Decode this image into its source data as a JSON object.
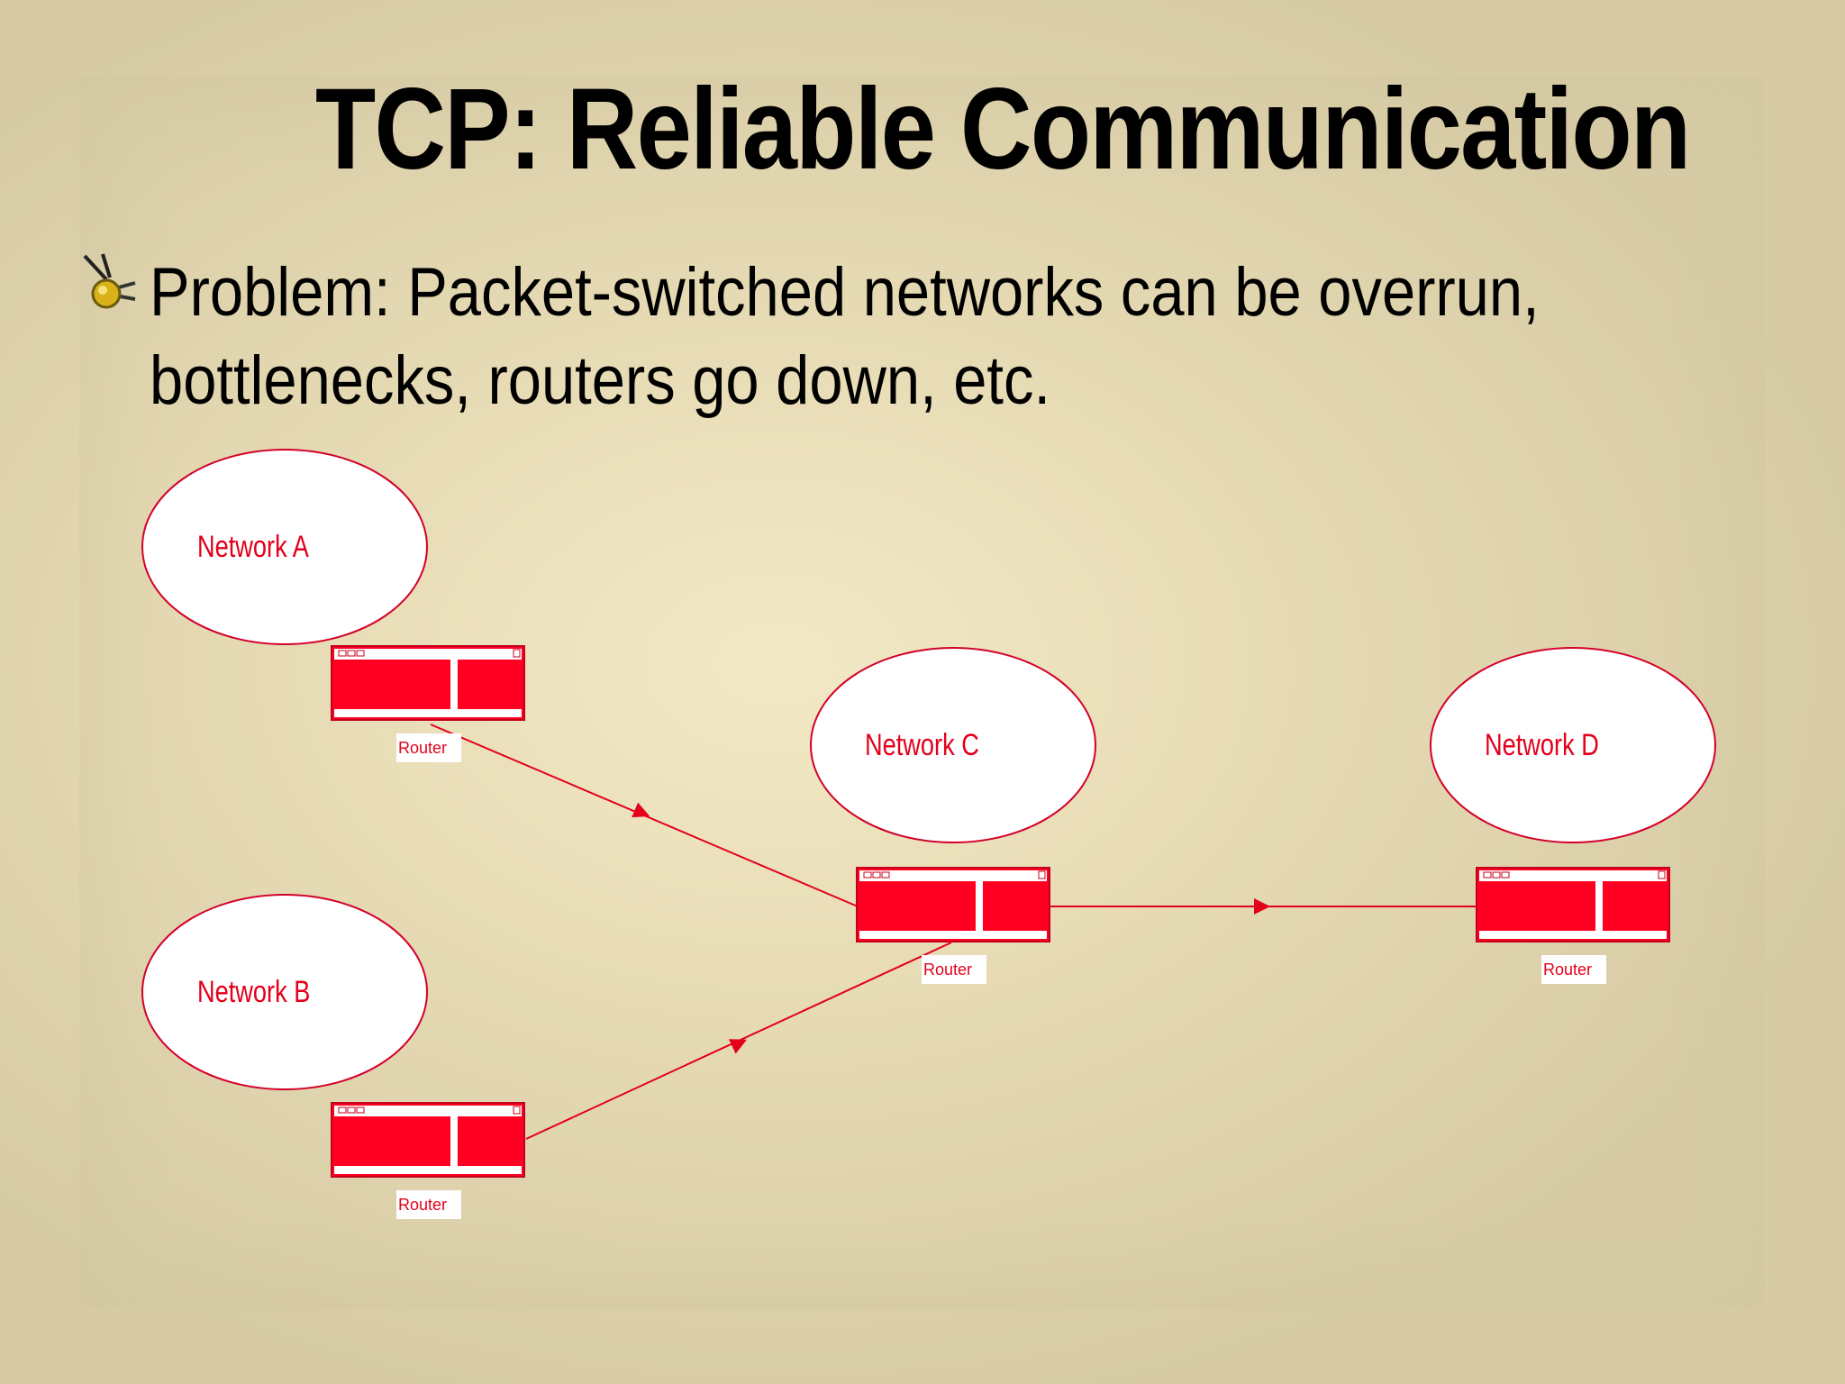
{
  "slide": {
    "title": "TCP: Reliable Communication",
    "bullet": {
      "icon": "bee-bullet-icon",
      "line1": "Problem: Packet-switched networks can be overrun,",
      "line2": "bottlenecks, routers go down, etc."
    }
  },
  "diagram": {
    "networks": [
      {
        "id": "A",
        "label": "Network A"
      },
      {
        "id": "B",
        "label": "Network B"
      },
      {
        "id": "C",
        "label": "Network C"
      },
      {
        "id": "D",
        "label": "Network D"
      }
    ],
    "routers": [
      {
        "network": "A",
        "label": "Router"
      },
      {
        "network": "B",
        "label": "Router"
      },
      {
        "network": "C",
        "label": "Router"
      },
      {
        "network": "D",
        "label": "Router"
      }
    ],
    "links": [
      {
        "from": "A",
        "to": "C"
      },
      {
        "from": "B",
        "to": "C"
      },
      {
        "from": "C",
        "to": "D"
      }
    ],
    "colors": {
      "accent": "#e3001b",
      "router_fill": "#ff0022",
      "node_fill": "#ffffff"
    }
  }
}
